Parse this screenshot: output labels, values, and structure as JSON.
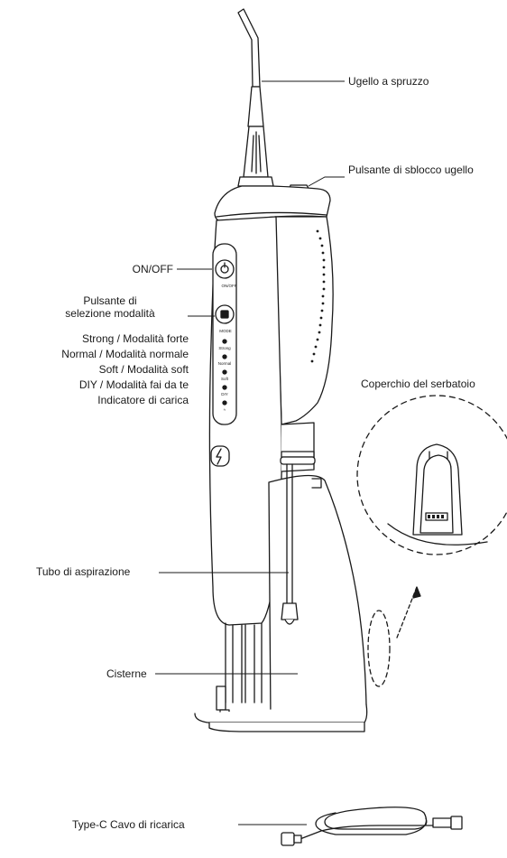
{
  "labels": {
    "nozzle": "Ugello a spruzzo",
    "release": "Pulsante di sblocco ugello",
    "onoff": "ON/OFF",
    "mode_line1": "Pulsante di",
    "mode_line2": "selezione modalità",
    "strong": "Strong / Modalità forte",
    "normal": "Normal / Modalità normale",
    "soft": "Soft / Modalità soft",
    "diy": "DIY / Modalità fai da te",
    "charge": "Indicatore di carica",
    "lid": "Coperchio del serbatoio",
    "suction": "Tubo di aspirazione",
    "tank": "Cisterne",
    "cable": "Type-C Cavo di ricarica"
  },
  "device_marks": {
    "power_text": "ON/OFF",
    "mode_text": "MODE",
    "leds": [
      "Strong",
      "Normal",
      "Soft",
      "DIY",
      "≈"
    ]
  },
  "colors": {
    "line": "#1a1a1a",
    "fill": "#ffffff"
  }
}
